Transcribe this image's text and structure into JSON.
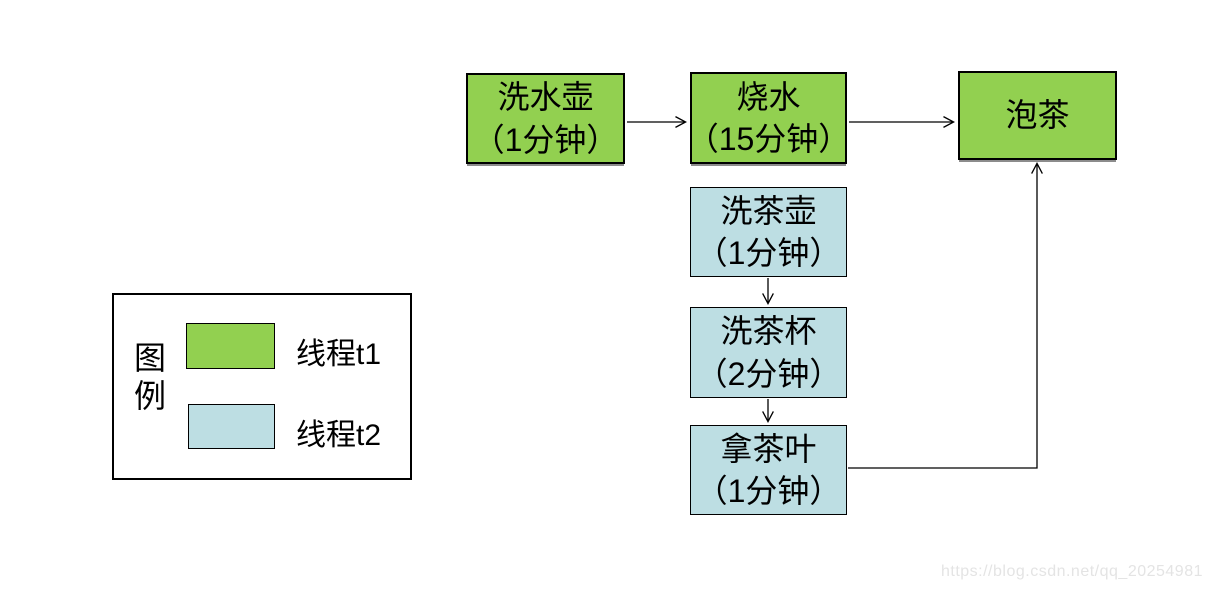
{
  "colors": {
    "thread_t1": "#92D050",
    "thread_t2": "#BDDEE3",
    "node_border": "#000000",
    "watermark_text": "#E4E4E4"
  },
  "diagram": {
    "nodes": [
      {
        "id": "wash-kettle",
        "thread": "t1",
        "line1": "洗水壶",
        "line2": "（1分钟）"
      },
      {
        "id": "boil-water",
        "thread": "t1",
        "line1": "烧水",
        "line2": "（15分钟）"
      },
      {
        "id": "make-tea",
        "thread": "t1",
        "line1": "泡茶"
      },
      {
        "id": "wash-teapot",
        "thread": "t2",
        "line1": "洗茶壶",
        "line2": "（1分钟）"
      },
      {
        "id": "wash-teacup",
        "thread": "t2",
        "line1": "洗茶杯",
        "line2": "（2分钟）"
      },
      {
        "id": "take-tea-leaves",
        "thread": "t2",
        "line1": "拿茶叶",
        "line2": "（1分钟）"
      }
    ],
    "edges": [
      {
        "from": "wash-kettle",
        "to": "boil-water"
      },
      {
        "from": "boil-water",
        "to": "make-tea"
      },
      {
        "from": "wash-teapot",
        "to": "wash-teacup"
      },
      {
        "from": "wash-teacup",
        "to": "take-tea-leaves"
      },
      {
        "from": "take-tea-leaves",
        "to": "make-tea"
      }
    ]
  },
  "legend": {
    "title": "图例",
    "items": [
      {
        "label": "线程t1",
        "swatch_color": "#92D050"
      },
      {
        "label": "线程t2",
        "swatch_color": "#BDDEE3"
      }
    ]
  },
  "watermark": {
    "text": "https://blog.csdn.net/qq_20254981"
  }
}
